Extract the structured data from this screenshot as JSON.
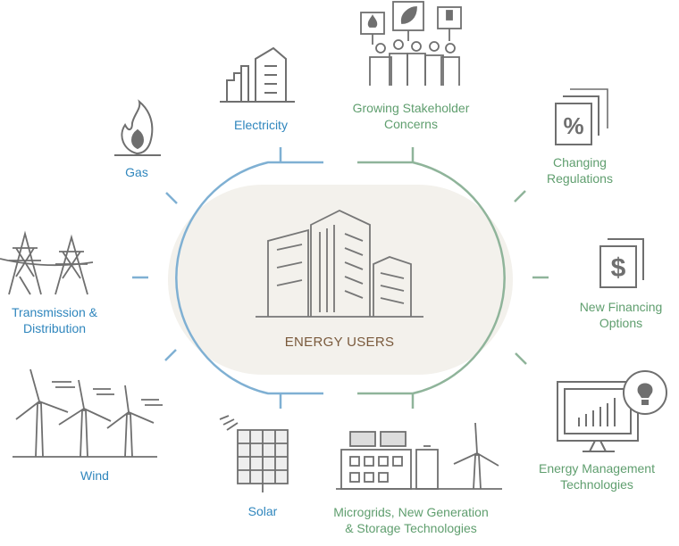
{
  "center": {
    "label": "ENERGY USERS"
  },
  "left_items": {
    "electricity": "Electricity",
    "gas": "Gas",
    "transmission": [
      "Transmission &",
      "Distribution"
    ],
    "wind": "Wind",
    "solar": "Solar"
  },
  "right_items": {
    "stakeholder": [
      "Growing Stakeholder",
      "Concerns"
    ],
    "regulations": [
      "Changing",
      "Regulations"
    ],
    "financing": [
      "New Financing",
      "Options"
    ],
    "energy_mgmt": [
      "Energy Management",
      "Technologies"
    ],
    "microgrids": [
      "Microgrids, New Generation",
      "& Storage Technologies"
    ]
  },
  "icon_text": {
    "percent": "%",
    "dollar": "$"
  },
  "colors": {
    "left_accent": "#2f86bd",
    "right_accent": "#5f9e6e",
    "center_text": "#7a5a3c",
    "icon_gray": "#6f6f6f",
    "center_fill": "#f3f1ec"
  }
}
